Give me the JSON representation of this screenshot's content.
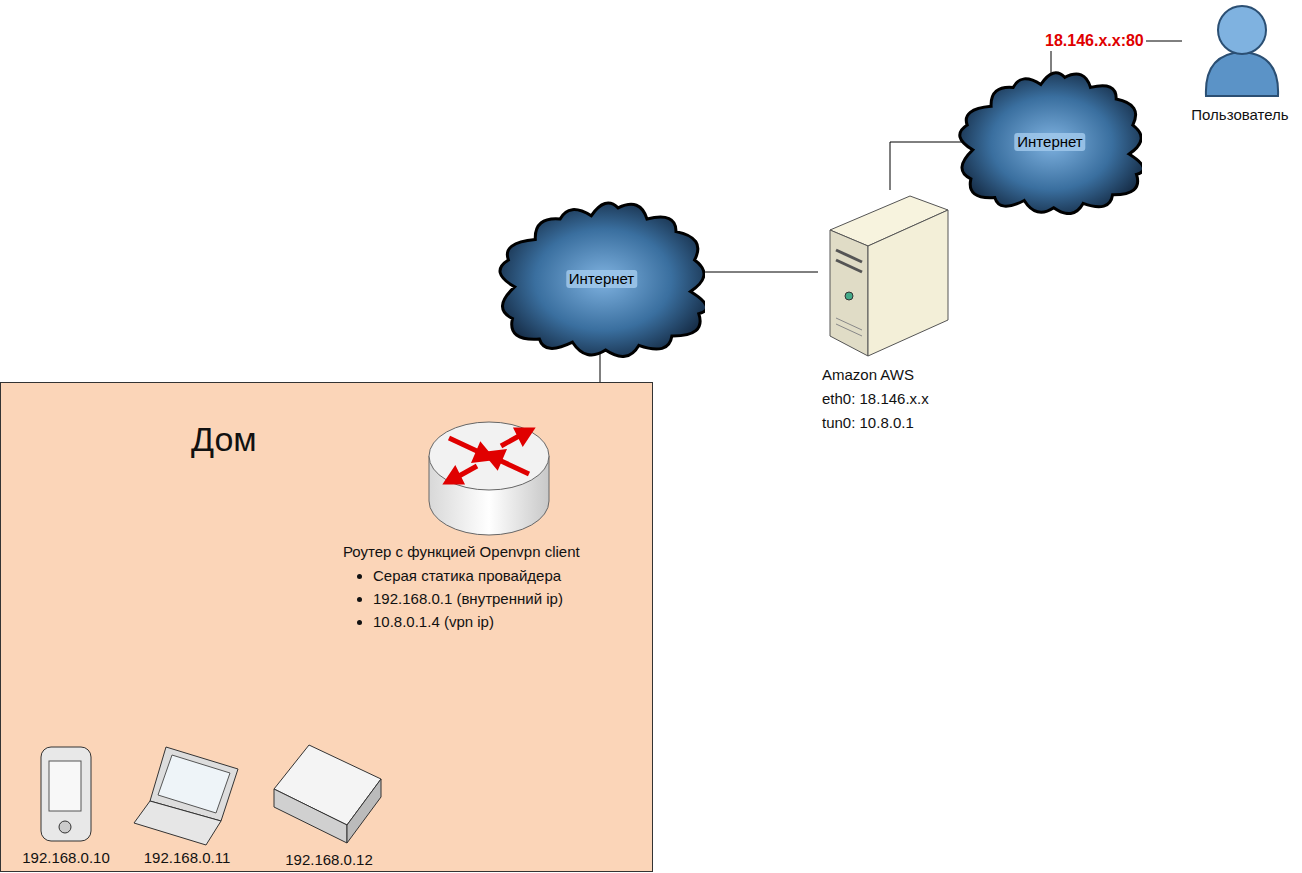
{
  "diagram": {
    "nodes": [
      {
        "text": [
          "Дом"
        ]
      },
      {
        "text": [
          "Роутер с функцией Openvpn client",
          "Серая статика провайдера",
          "192.168.0.1 (внутренний ip)",
          "10.8.0.1.4 (vpn ip)"
        ],
        "in": 0
      },
      {
        "text": [
          "192.168.0.10"
        ],
        "in": 0
      },
      {
        "text": [
          "192.168.0.11"
        ],
        "in": 0
      },
      {
        "text": [
          "192.168.0.12"
        ],
        "in": 0
      },
      {
        "text": [
          "Интернет"
        ]
      },
      {
        "text": [
          "Amazon AWS",
          "eth0: 18.146.x.x",
          "tun0: 10.8.0.1"
        ]
      },
      {
        "text": [
          "Интернет"
        ]
      },
      {
        "text": [
          "Пользователь"
        ]
      }
    ],
    "edges": [
      {
        "from": 1,
        "to": 5,
        "arrow": "none"
      },
      {
        "from": 1,
        "to": 2,
        "arrow": "none"
      },
      {
        "from": 1,
        "to": 3,
        "arrow": "none"
      },
      {
        "from": 1,
        "to": 4,
        "arrow": "none"
      },
      {
        "from": 5,
        "to": 6,
        "arrow": "none"
      },
      {
        "from": 6,
        "to": 7,
        "arrow": "none"
      },
      {
        "from": 7,
        "to": 8,
        "label": "18.146.x.x:80",
        "arrow": "none"
      }
    ]
  }
}
